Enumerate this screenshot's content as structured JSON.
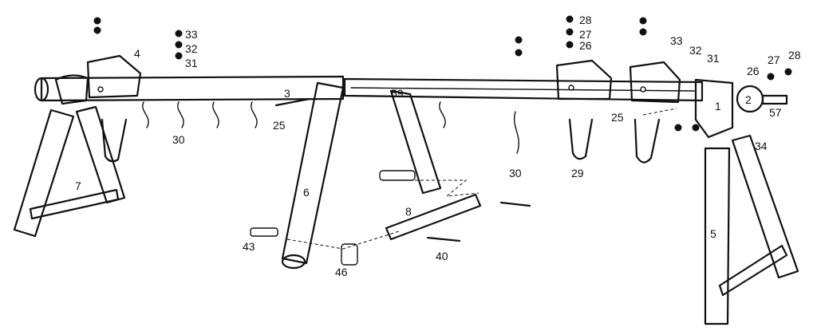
{
  "diagram": {
    "callouts": {
      "p1": "1",
      "p2": "2",
      "p3": "3",
      "p4": "4",
      "p5": "5",
      "p6": "6",
      "p7": "7",
      "p8": "8",
      "p25a": "25",
      "p25b": "25",
      "p26a": "26",
      "p26b": "26",
      "p27a": "27",
      "p27b": "27",
      "p28a": "28",
      "p28b": "28",
      "p29": "29",
      "p30a": "30",
      "p30b": "30",
      "p31a": "31",
      "p31b": "31",
      "p32a": "32",
      "p32b": "32",
      "p33a": "33",
      "p33b": "33",
      "p34": "34",
      "p40": "40",
      "p43": "43",
      "p46": "46",
      "p57": "57",
      "p59": "59"
    }
  }
}
